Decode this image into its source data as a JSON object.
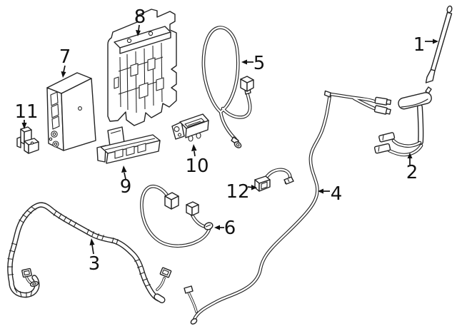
{
  "diagram": {
    "background_color": "#ffffff",
    "line_color": "#232323",
    "label_color": "#111111",
    "callouts": [
      "1",
      "2",
      "3",
      "4",
      "5",
      "6",
      "7",
      "8",
      "9",
      "10",
      "11",
      "12"
    ]
  }
}
